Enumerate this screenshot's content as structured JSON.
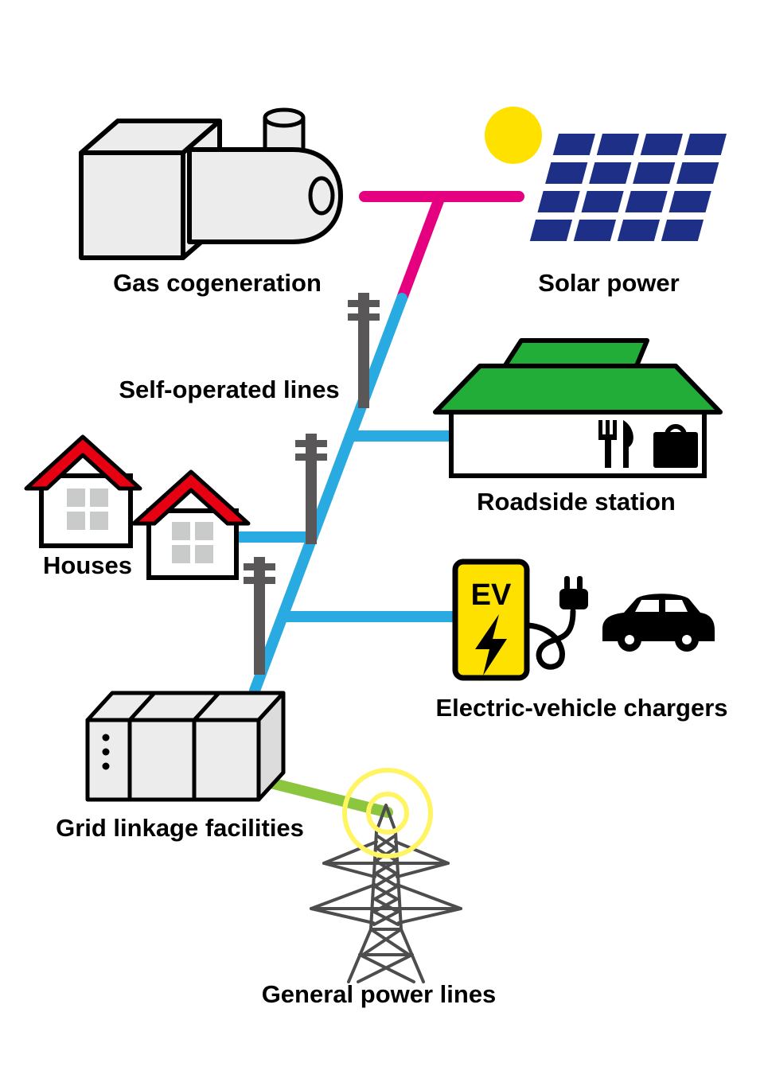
{
  "labels": {
    "gas_cogeneration": "Gas cogeneration",
    "solar_power": "Solar power",
    "self_operated_lines": "Self-operated lines",
    "roadside_station": "Roadside station",
    "houses": "Houses",
    "ev_chargers": "Electric-vehicle chargers",
    "grid_linkage": "Grid linkage facilities",
    "general_power_lines": "General power lines",
    "ev_badge": "EV"
  },
  "colors": {
    "self_operated_line": "#29abe2",
    "cogeneration_line": "#e4007f",
    "grid_link_line": "#8cc63f",
    "solar_cell": "#1d2f87",
    "sun": "#ffe100",
    "ev_yellow": "#ffe100",
    "roof_red": "#e60012",
    "station_roof_green": "#22ac38",
    "pole_gray": "#595757",
    "machine_gray": "#ececec",
    "machine_side_gray": "#dcdcdc",
    "window_gray": "#c9caca",
    "tower_gray": "#4d4d4d",
    "highlight_ring": "#fff462",
    "text": "#000000"
  }
}
